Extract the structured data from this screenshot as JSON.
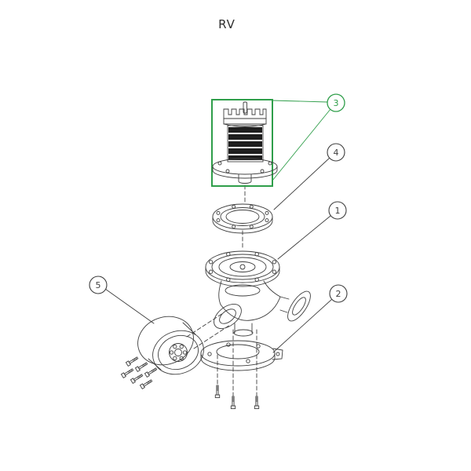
{
  "page": {
    "title": "RV"
  },
  "colors": {
    "highlight": "#2f9e4a",
    "line": "#3e3e3e",
    "background": "#ffffff"
  },
  "diagram": {
    "type": "exploded-parts-diagram",
    "callouts": [
      {
        "label": "3",
        "highlighted": true
      },
      {
        "label": "4",
        "highlighted": false
      },
      {
        "label": "1",
        "highlighted": false
      },
      {
        "label": "2",
        "highlighted": false
      },
      {
        "label": "5",
        "highlighted": false
      }
    ]
  }
}
